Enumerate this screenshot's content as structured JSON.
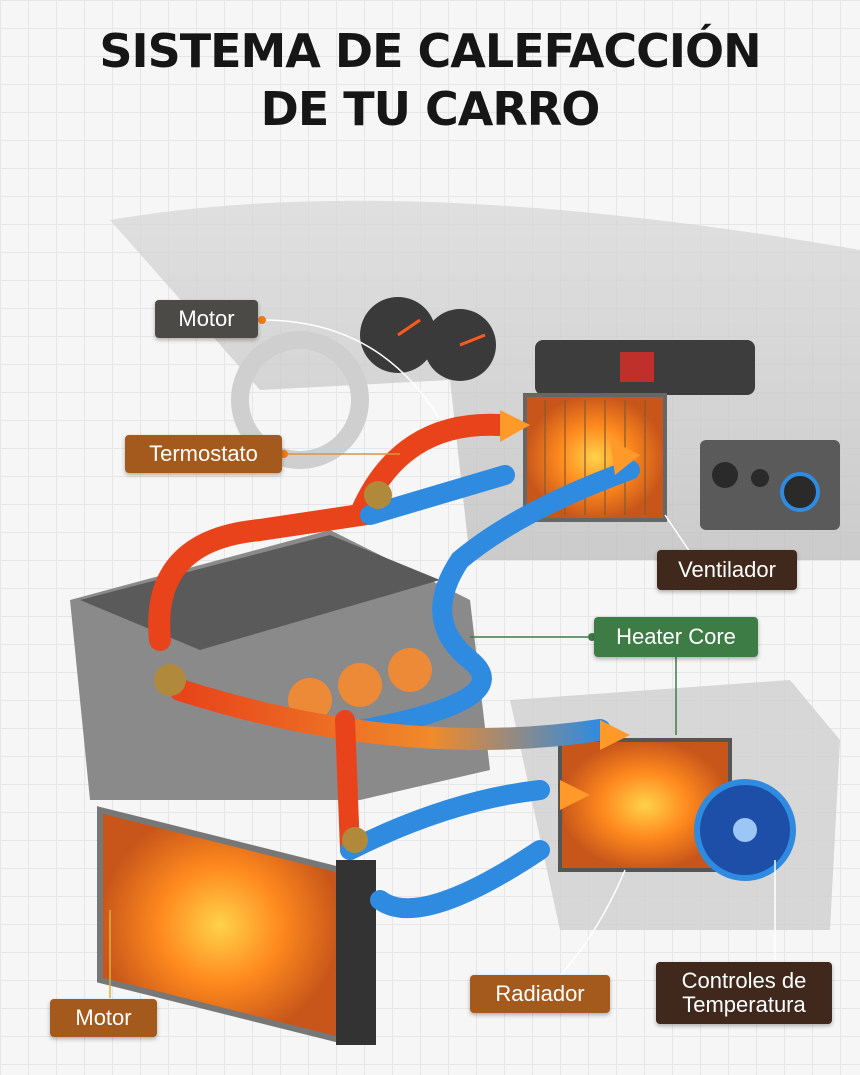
{
  "title": {
    "line1": "SISTEMA DE CALEFACCIÓN",
    "line2": "DE TU CARRO"
  },
  "labels": {
    "motor_top": "Motor",
    "termostato": "Termostato",
    "ventilador": "Ventilador",
    "heater_core": "Heater Core",
    "radiador": "Radiador",
    "controles_line1": "Controles de",
    "controles_line2": "Temperatura",
    "motor_bottom": "Motor"
  },
  "colors": {
    "hot": "#e8431a",
    "cold": "#2f8be0",
    "glow": "#ff9a2a",
    "label_brown": "#a4591d",
    "label_dark": "#40291c",
    "label_green": "#3e7c46",
    "label_gray": "#4b4a47"
  }
}
